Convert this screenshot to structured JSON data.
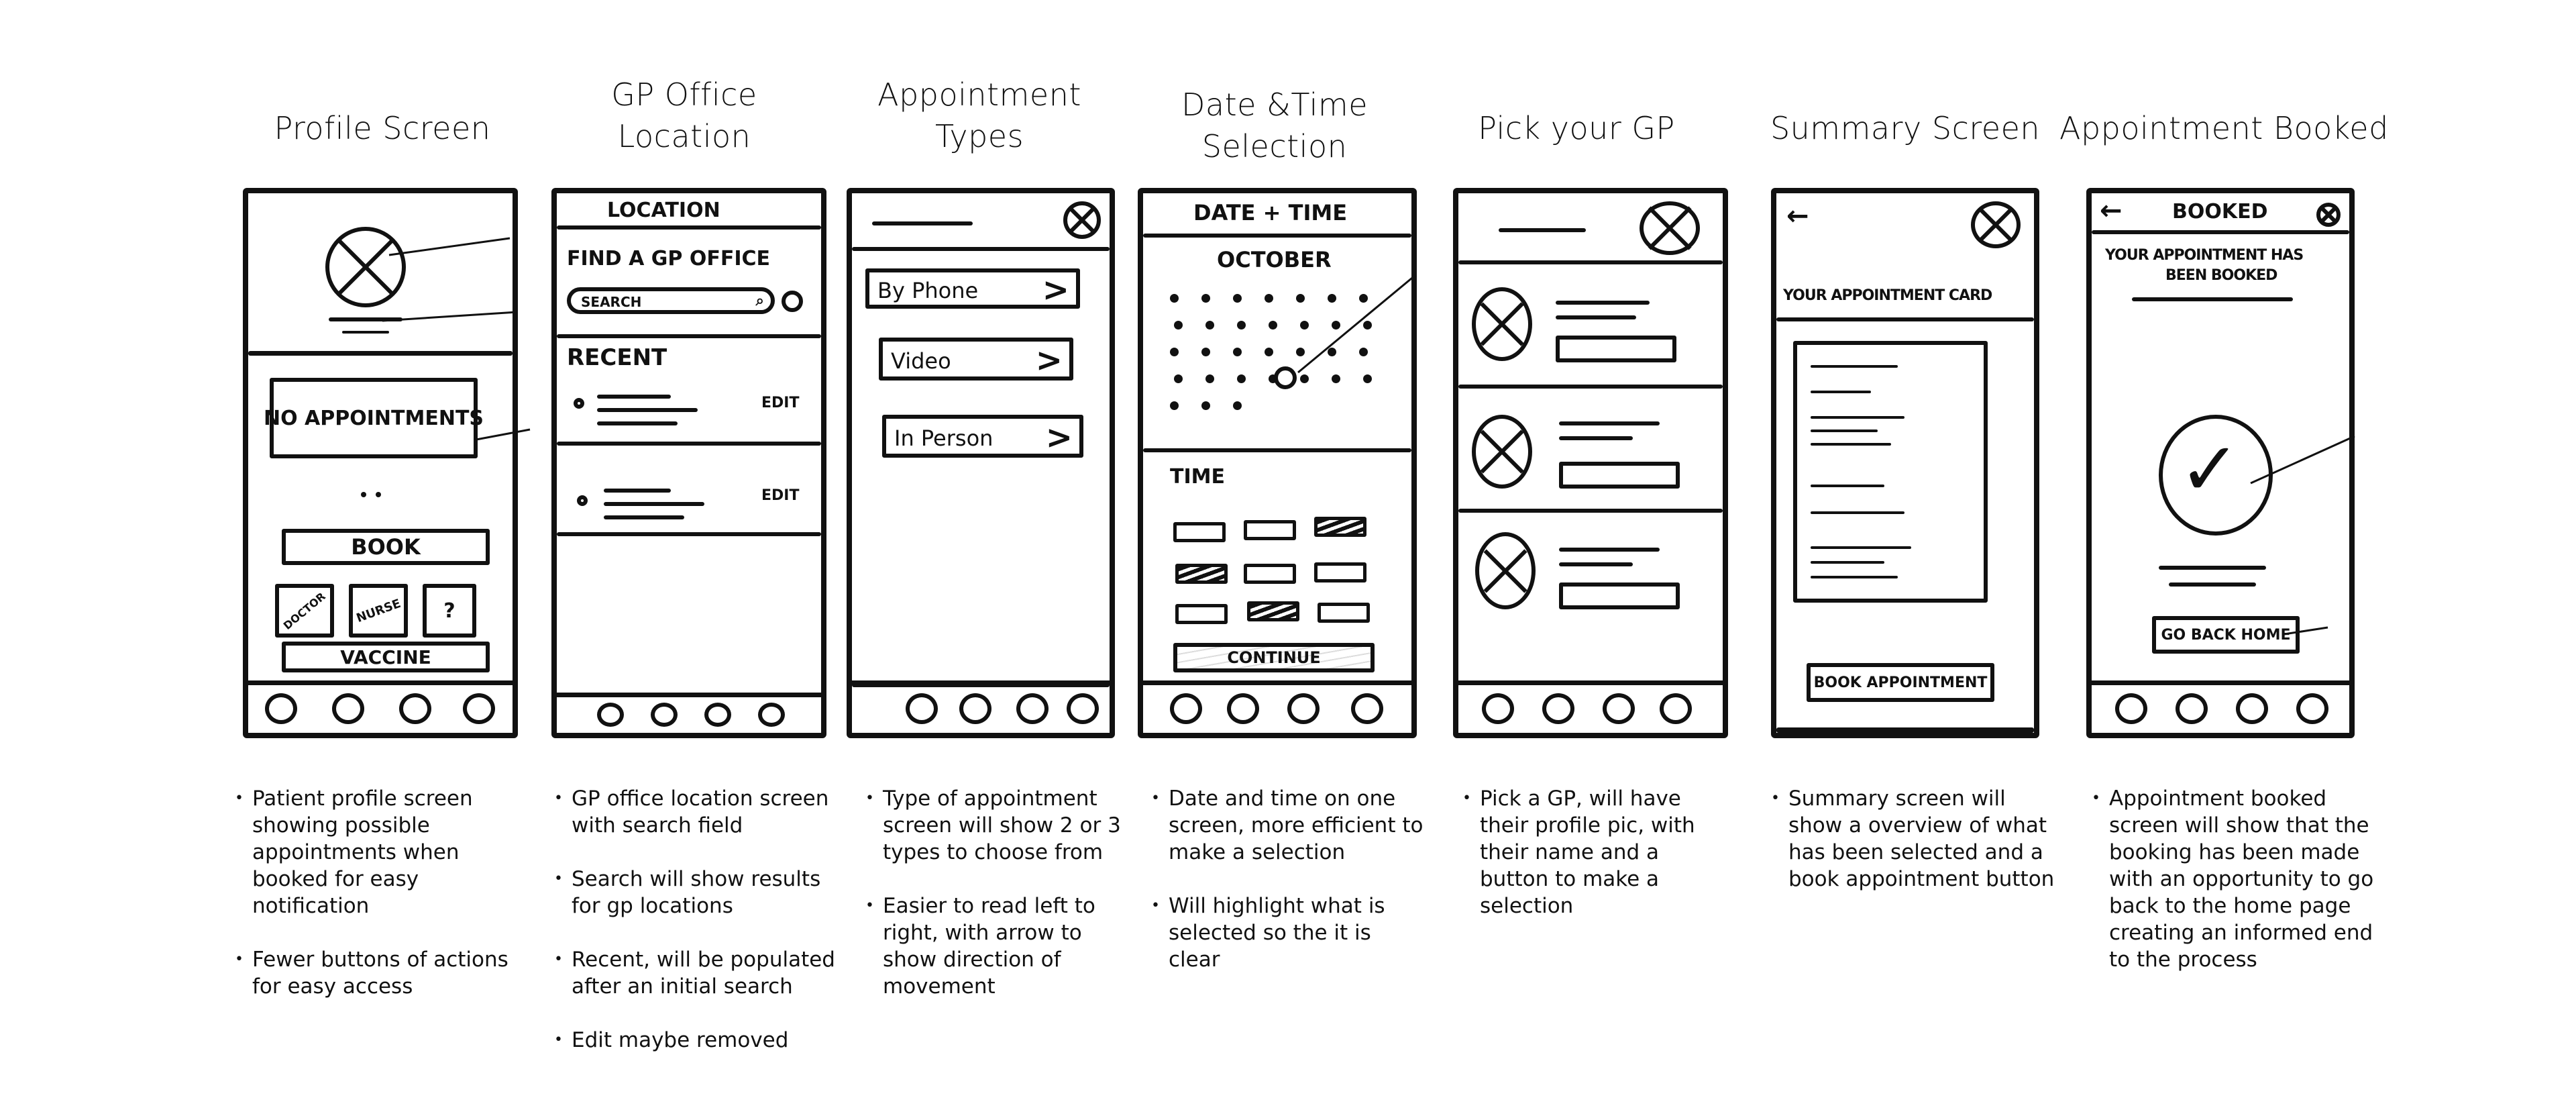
{
  "screens": [
    {
      "title_lines": [
        "Profile Screen"
      ],
      "labels": {
        "no_appts": "NO APPOINTMENTS",
        "book": "BOOK",
        "doctor": "DOCTOR",
        "nurse": "NURSE",
        "q": "?",
        "vaccine": "VACCINE"
      },
      "notes": [
        "Patient profile screen showing possible appointments when booked for easy notification",
        "Fewer buttons of actions for easy access"
      ]
    },
    {
      "title_lines": [
        "GP Office",
        "Location"
      ],
      "labels": {
        "header": "LOCATION",
        "find": "FIND A GP OFFICE",
        "search": "SEARCH",
        "recent": "RECENT",
        "edit1": "EDIT",
        "edit2": "EDIT"
      },
      "notes": [
        "GP office location screen with search field",
        "Search will show results for gp locations",
        "Recent, will be populated after an initial search",
        "Edit maybe removed"
      ]
    },
    {
      "title_lines": [
        "Appointment",
        "Types"
      ],
      "labels": {
        "phone": "By Phone",
        "video": "Video",
        "person": "In Person"
      },
      "notes": [
        "Type of appointment screen will show 2 or 3 types to choose from",
        "Easier to read left to right, with arrow to show direction of movement"
      ]
    },
    {
      "title_lines": [
        "Date &Time",
        "Selection"
      ],
      "labels": {
        "header": "DATE + TIME",
        "month": "OCTOBER",
        "time": "TIME",
        "continue": "CONTINUE"
      },
      "notes": [
        "Date and time on one screen, more efficient to make a selection",
        "Will highlight what is selected so the it is clear"
      ]
    },
    {
      "title_lines": [
        "Pick your GP"
      ],
      "labels": {},
      "notes": [
        "Pick a GP, will have their profile pic, with their name and a button to make a selection"
      ]
    },
    {
      "title_lines": [
        "Summary Screen"
      ],
      "labels": {
        "card": "YOUR APPOINTMENT CARD",
        "book": "BOOK APPOINTMENT"
      },
      "notes": [
        "Summary screen will show a overview of what has been selected and a book appointment button"
      ]
    },
    {
      "title_lines": [
        "Appointment Booked"
      ],
      "labels": {
        "header": "BOOKED",
        "msg1": "YOUR APPOINTMENT HAS",
        "msg2": "BEEN BOOKED",
        "home": "GO BACK HOME"
      },
      "notes": [
        "Appointment booked screen will show that the booking has been made with an opportunity to go back to the home page creating an informed end to the process"
      ]
    }
  ],
  "icons": [
    "close-icon",
    "avatar-placeholder-icon",
    "back-arrow-icon",
    "chevron-right-icon",
    "checkmark-icon",
    "nav-tab-icon"
  ]
}
